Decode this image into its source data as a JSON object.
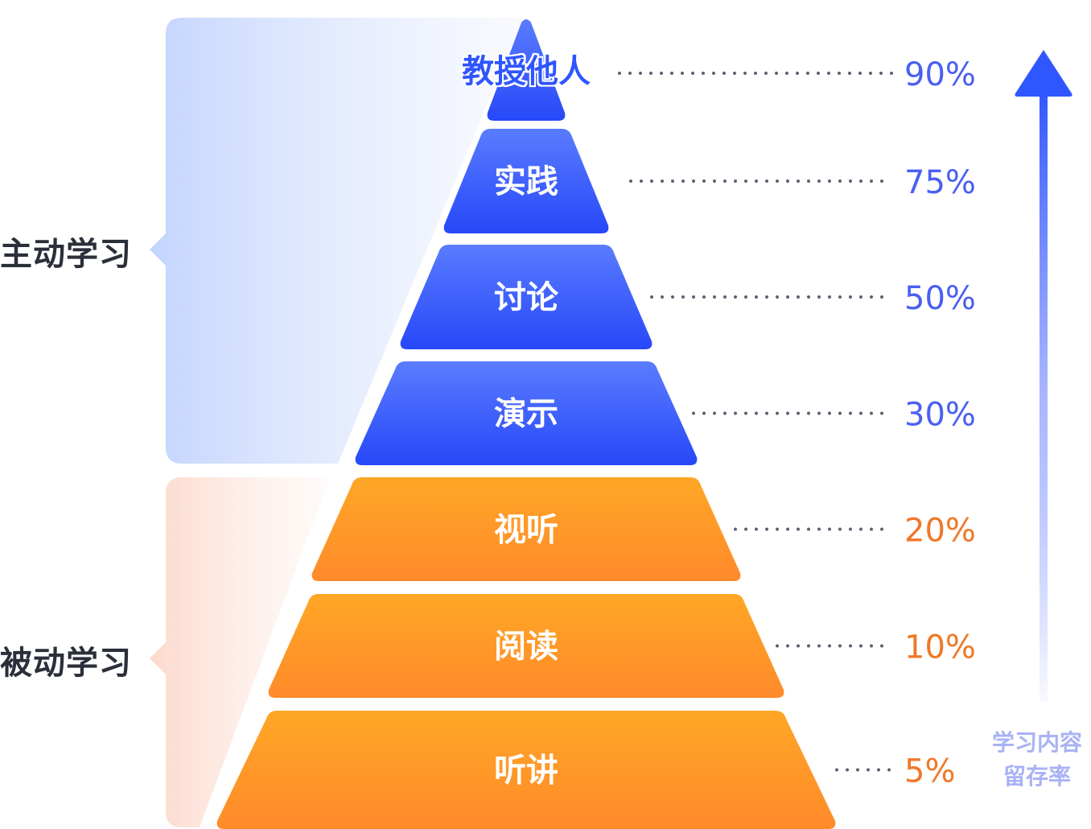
{
  "groups": {
    "active": {
      "label": "主动学习",
      "color": "#c3d4fd"
    },
    "passive": {
      "label": "被动学习",
      "color": "#fcd9cc"
    }
  },
  "axis": {
    "line1": "学习内容",
    "line2": "留存率",
    "color": "#2f56ff"
  },
  "tiers": [
    {
      "label": "教授他人",
      "percent": "90%",
      "group": "active"
    },
    {
      "label": "实践",
      "percent": "75%",
      "group": "active"
    },
    {
      "label": "讨论",
      "percent": "50%",
      "group": "active"
    },
    {
      "label": "演示",
      "percent": "30%",
      "group": "active"
    },
    {
      "label": "视听",
      "percent": "20%",
      "group": "passive"
    },
    {
      "label": "阅读",
      "percent": "10%",
      "group": "passive"
    },
    {
      "label": "听讲",
      "percent": "5%",
      "group": "passive"
    }
  ],
  "colors": {
    "active_top": "#5a7cff",
    "active_bottom": "#2748f8",
    "passive_top": "#ffa726",
    "passive_bottom": "#ff8a2a",
    "active_percent": "#4a5ff2",
    "passive_percent": "#f07828",
    "dots": "#5b6170"
  }
}
